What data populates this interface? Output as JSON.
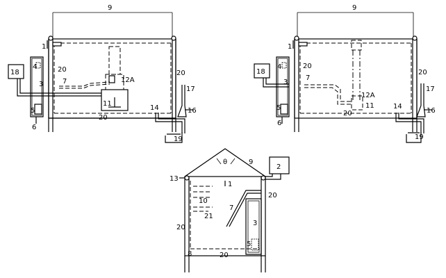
{
  "panels": [
    {
      "id": "top-left",
      "labels": {
        "l9": "9",
        "l1": "1",
        "l20a": "20",
        "l20b": "20",
        "l20c": "20",
        "l4": "4",
        "l18": "18",
        "l3": "3",
        "l7": "7",
        "l12a": "12A",
        "l11": "11",
        "l5": "5",
        "l6": "6",
        "l14": "14",
        "l17": "17",
        "l16": "16",
        "l19": "19"
      }
    },
    {
      "id": "top-right",
      "labels": {
        "l9": "9",
        "l1": "1",
        "l20a": "20",
        "l20b": "20",
        "l20c": "20",
        "l4": "4",
        "l18": "18",
        "l3": "3",
        "l7": "7",
        "l12a": "12A",
        "l11": "11",
        "l5": "5",
        "l6": "6",
        "l14": "14",
        "l17": "17",
        "l16": "16",
        "l19": "19"
      }
    },
    {
      "id": "bottom",
      "labels": {
        "l9": "9",
        "ltheta": "θ",
        "l13": "13",
        "l1": "1",
        "l2": "2",
        "l20a": "20",
        "l10": "10",
        "l7": "7",
        "l3": "3",
        "l21": "21",
        "l20b": "20",
        "l5": "5",
        "l8": "8",
        "l20c": "20"
      }
    }
  ]
}
